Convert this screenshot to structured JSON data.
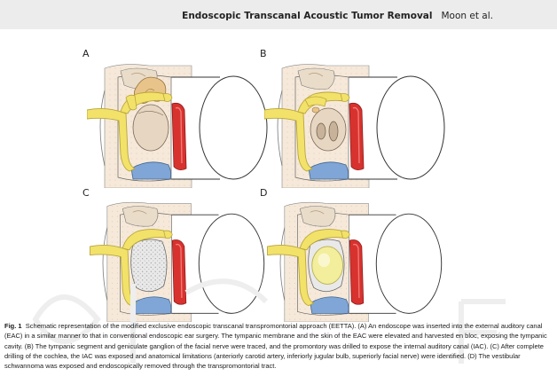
{
  "header": {
    "title": "Endoscopic Transcanal Acoustic Tumor Removal",
    "authors": "Moon et al."
  },
  "panels": [
    {
      "label": "A",
      "stage": "tympanic-cavity-exposed"
    },
    {
      "label": "B",
      "stage": "promontory-drilled"
    },
    {
      "label": "C",
      "stage": "iac-exposed"
    },
    {
      "label": "D",
      "stage": "tumor-exposed"
    }
  ],
  "caption": {
    "fig_label": "Fig. 1",
    "text": "Schematic representation of the modified exclusive endoscopic transcanal transpromontorial approach (EETTA). (A) An endoscope was inserted into the external auditory canal (EAC) in a similar manner to that in conventional endoscopic ear surgery. The tympanic membrane and the skin of the EAC were elevated and harvested en bloc, exposing the tympanic cavity. (B) The tympanic segment and geniculate ganglion of the facial nerve were traced, and the promontory was drilled to expose the internal auditory canal (IAC). (C) After complete drilling of the cochlea, the IAC was exposed and anatomical limitations (anteriorly carotid artery, inferiorly jugular bulb, superiorly facial nerve) were identified. (D) The vestibular schwannoma was exposed and endoscopically removed through the transpromontorial tract."
  },
  "colors": {
    "nerve": "#f2e26a",
    "nerve_outline": "#b9a53a",
    "carotid": "#d8322e",
    "jugular": "#7fa6d6",
    "bone": "#f1dcc4",
    "ossicle": "#e8c48a",
    "tumor": "#f3ee9c",
    "header_band": "#ececec"
  }
}
